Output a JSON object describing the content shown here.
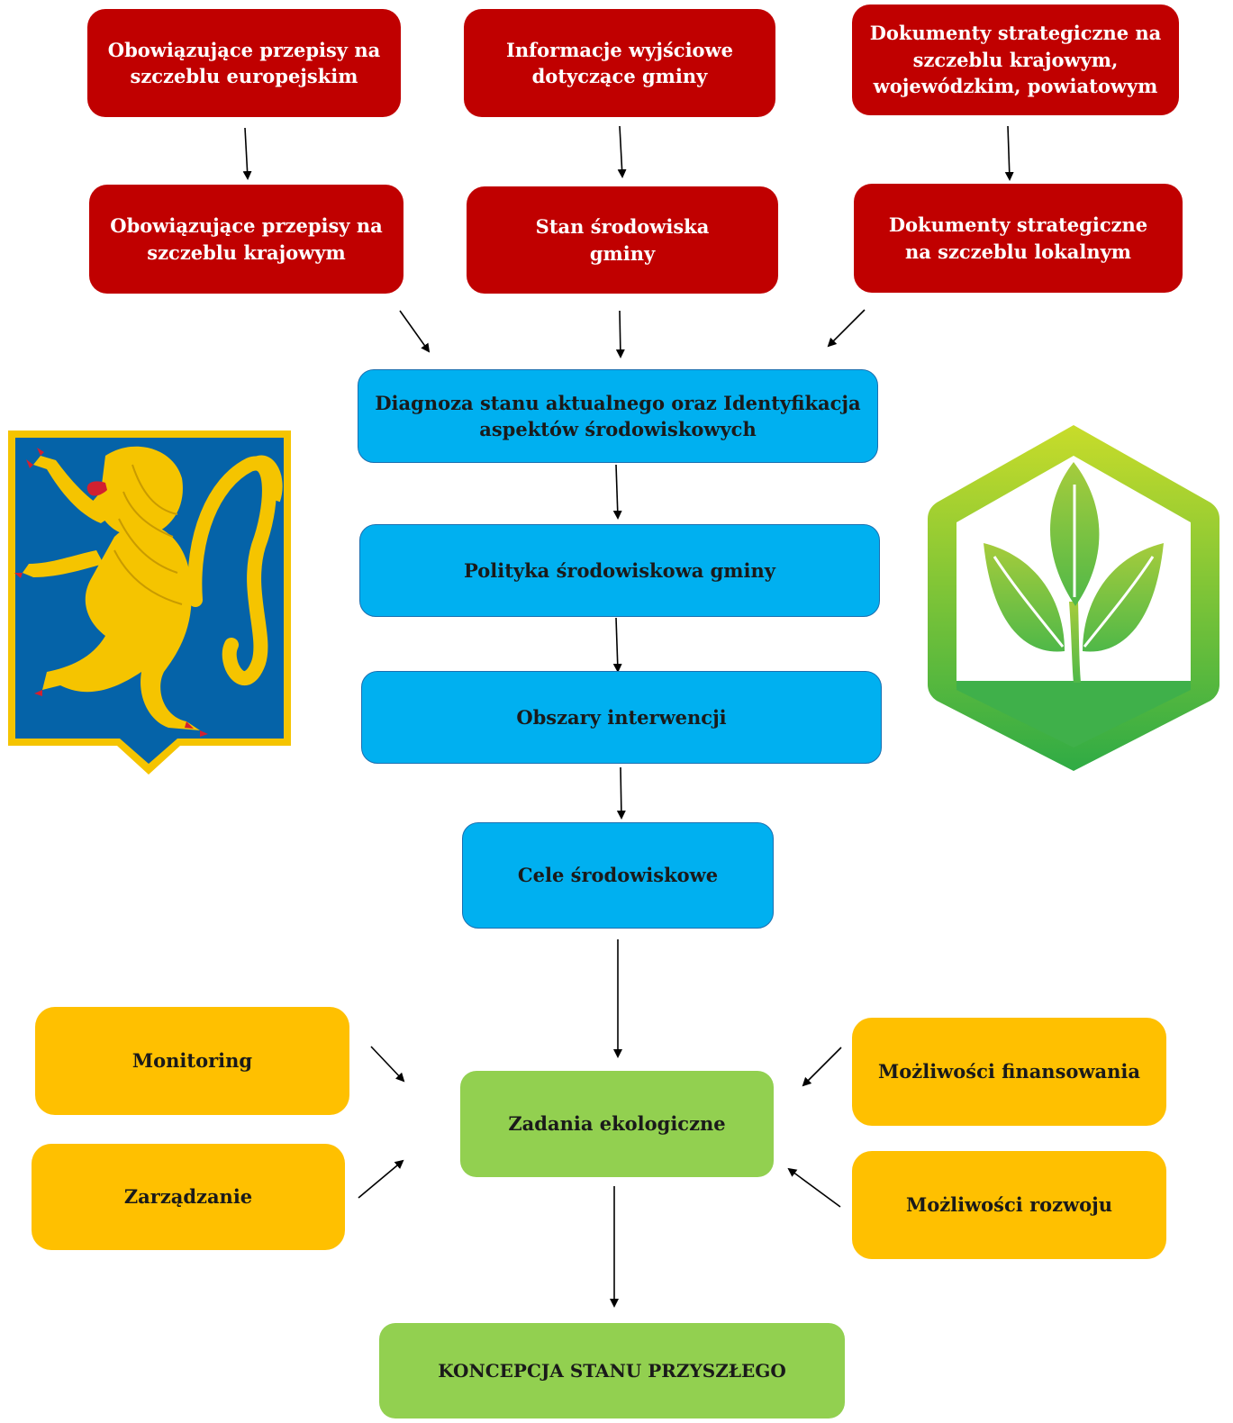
{
  "sources": {
    "eu_regulations": "Obowiązujące przepisy na\nszczeblu europejskim",
    "gmina_info": "Informacje wyjściowe\ndotyczące gminy",
    "strategic_docs_regional": "Dokumenty strategiczne na\nszczeblu krajowym,\nwojewódzkim, powiatowym",
    "national_regulations": "Obowiązujące przepisy na\nszczeblu krajowym",
    "environment_state": "Stan środowiska\ngminy",
    "strategic_docs_local": "Dokumenty strategiczne\nna szczeblu lokalnym"
  },
  "process": {
    "diagnosis": "Diagnoza stanu aktualnego oraz Identyfikacja\naspektów środowiskowych",
    "policy": "Polityka środowiskowa gminy",
    "intervention_areas": "Obszary interwencji",
    "environmental_goals": "Cele środowiskowe",
    "ecological_tasks": "Zadania ekologiczne",
    "future_concept": "KONCEPCJA STANU PRZYSZŁEGO"
  },
  "factors": {
    "monitoring": "Monitoring",
    "management": "Zarządzanie",
    "financing": "Możliwości finansowania",
    "development": "Możliwości rozwoju"
  },
  "colors": {
    "red_box": "#c00000",
    "blue_box": "#00b0f0",
    "green_box": "#92d050",
    "amber_box": "#ffc000",
    "emblem_field": "#0563a8",
    "emblem_gold": "#f5c400",
    "eco_green": "#4fb848"
  },
  "icons": {
    "left": "lion-coat-of-arms",
    "right": "eco-plant-hexagon-logo"
  }
}
